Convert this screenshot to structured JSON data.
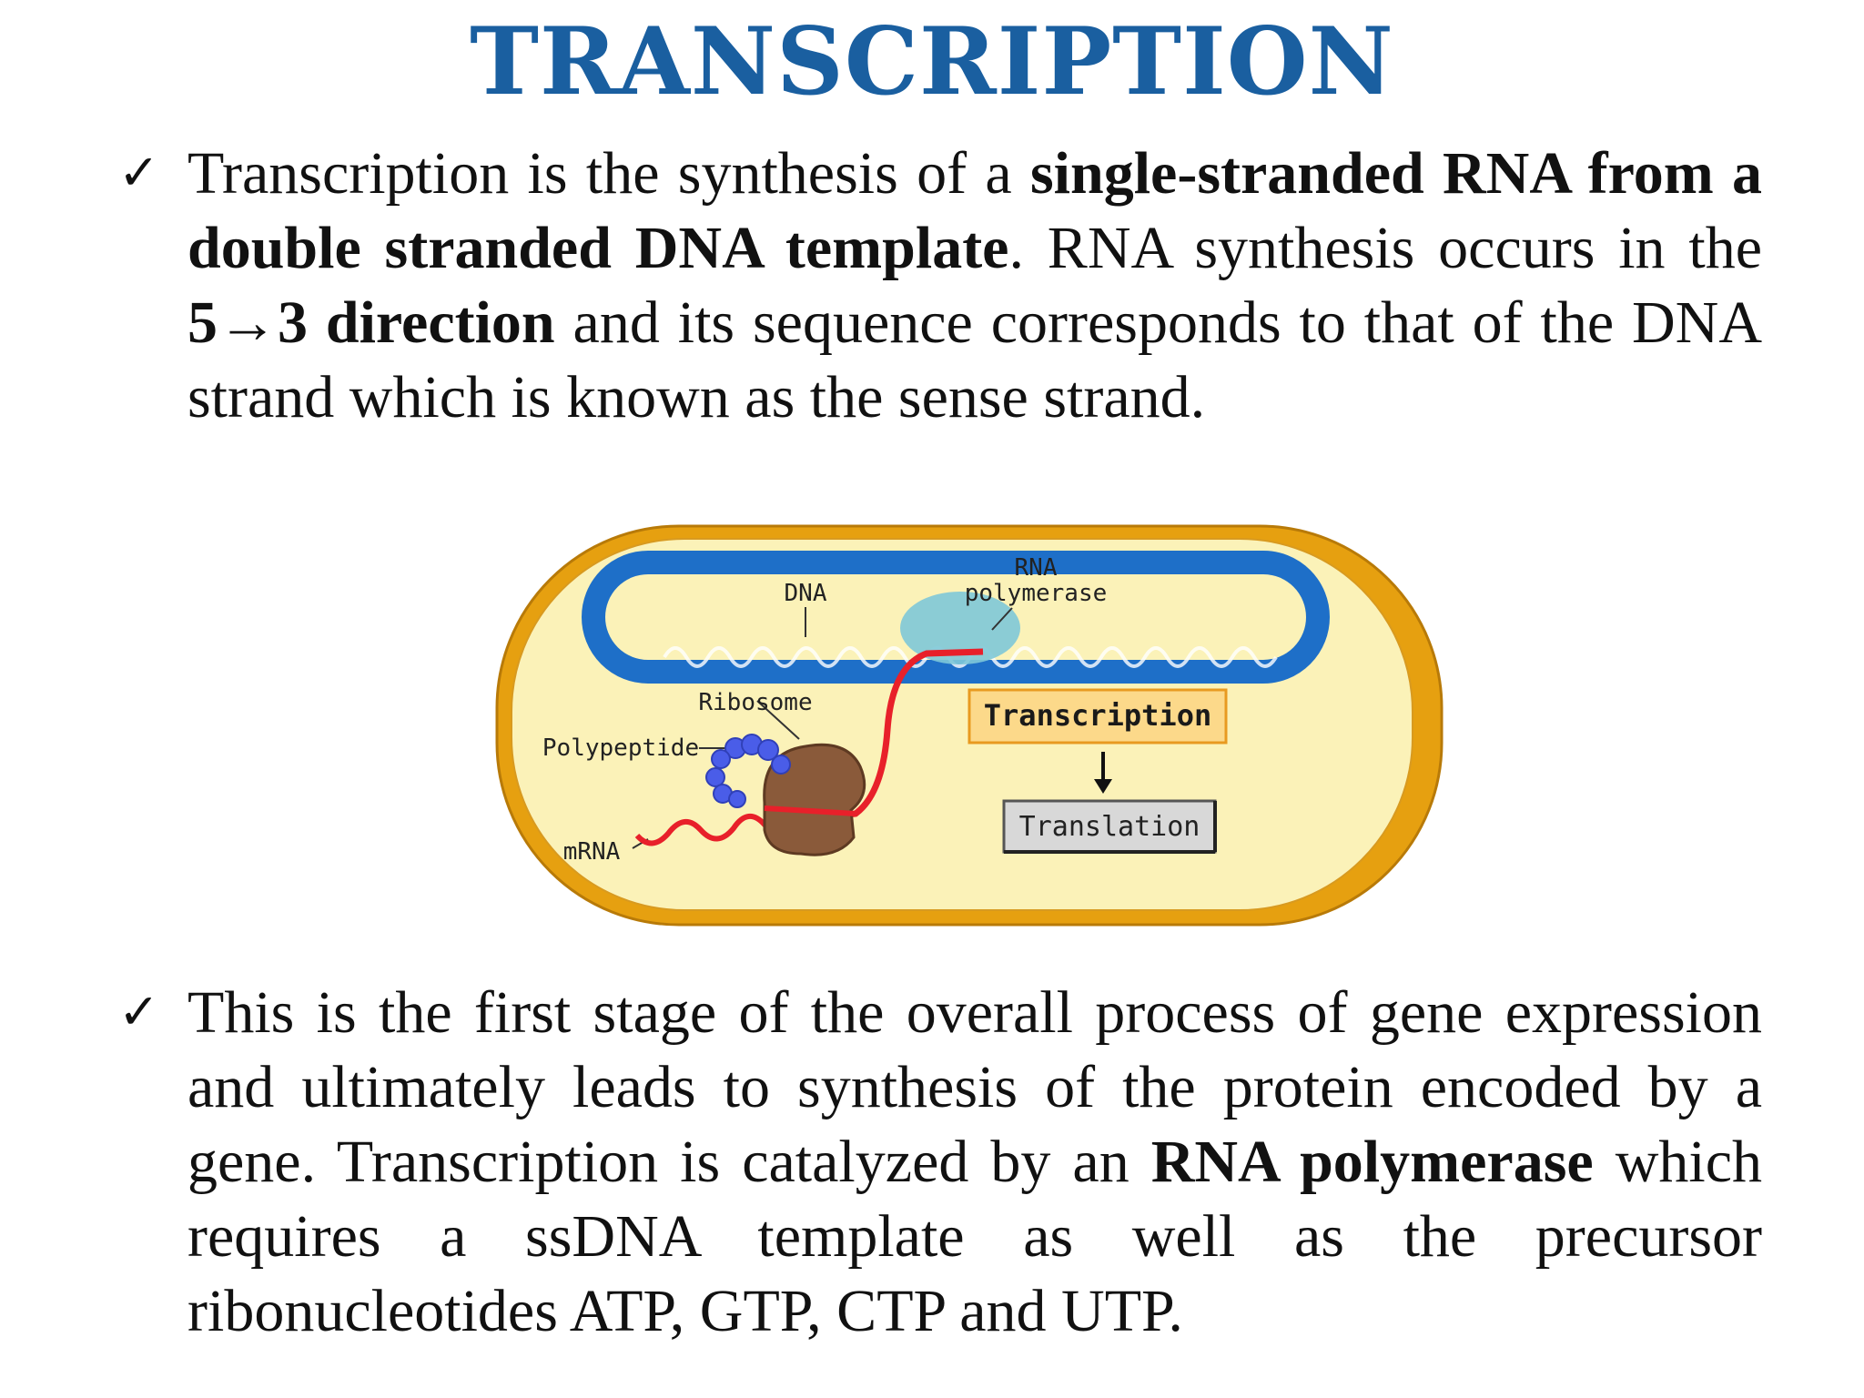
{
  "page": {
    "title": "TRANSCRIPTION"
  },
  "bullets": [
    {
      "segments": [
        {
          "text": "Transcription is the synthesis of a ",
          "bold": false
        },
        {
          "text": "single-stranded RNA from a double stranded DNA template",
          "bold": true
        },
        {
          "text": ". RNA synthesis occurs in the ",
          "bold": false
        },
        {
          "text": "5→3 direction",
          "bold": true
        },
        {
          "text": " and its sequence corresponds to that of the DNA strand which is known as the sense strand.",
          "bold": false
        }
      ]
    },
    {
      "segments": [
        {
          "text": "This is the first stage of the overall process of gene expression and ultimately leads to synthesis of the protein encoded by a gene. Transcription is catalyzed by an ",
          "bold": false
        },
        {
          "text": "RNA polymerase",
          "bold": true
        },
        {
          "text": " which requires a ssDNA template as well as the precursor ribonucleotides ATP, GTP, CTP and UTP.",
          "bold": false
        }
      ]
    }
  ],
  "figure": {
    "labels": {
      "dna": "DNA",
      "rna_polymerase_line1": "RNA",
      "rna_polymerase_line2": "polymerase",
      "ribosome": "Ribosome",
      "polypeptide": "Polypeptide",
      "mrna": "mRNA",
      "transcription": "Transcription",
      "translation": "Translation"
    },
    "colors": {
      "cell_wall": "#e6a010",
      "cytoplasm": "#fbf2b8",
      "dna": "#1e6fc8",
      "polymerase": "#7ec8d8",
      "mrna": "#e8202a",
      "ribosome": "#8a5a3a",
      "polypeptide": "#4a5de8",
      "transcription_box": "#fcd98a",
      "translation_box": "#d8d8d8",
      "title": "#1a5fa0"
    }
  }
}
